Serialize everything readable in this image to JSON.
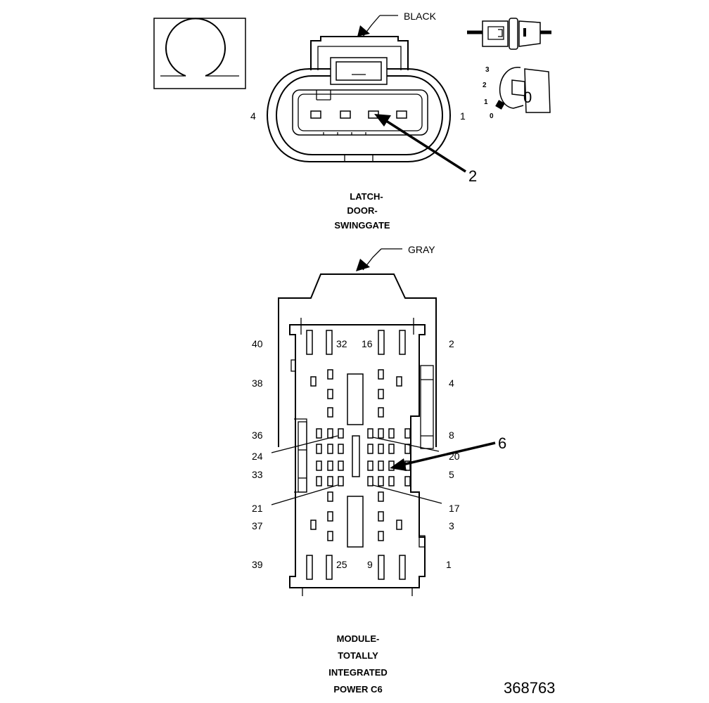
{
  "top_connector": {
    "color_label": "BLACK",
    "pin_left": "4",
    "pin_right": "1",
    "callout": "2",
    "name_lines": [
      "LATCH-",
      "DOOR-",
      "SWINGGATE"
    ]
  },
  "key_icon": {
    "positions": [
      "3",
      "2",
      "1",
      "0"
    ],
    "key_glyph": "0"
  },
  "bottom_connector": {
    "color_label": "GRAY",
    "callout": "6",
    "pins_left": [
      "40",
      "38",
      "36",
      "24",
      "33",
      "21",
      "37",
      "39"
    ],
    "pins_right": [
      "2",
      "4",
      "8",
      "20",
      "5",
      "17",
      "3",
      "1"
    ],
    "pins_inner_top": [
      "32",
      "16"
    ],
    "pins_inner_bottom": [
      "25",
      "9"
    ],
    "name_lines": [
      "MODULE-",
      "TOTALLY",
      "INTEGRATED",
      "POWER C6"
    ]
  },
  "figure_number": "368763"
}
